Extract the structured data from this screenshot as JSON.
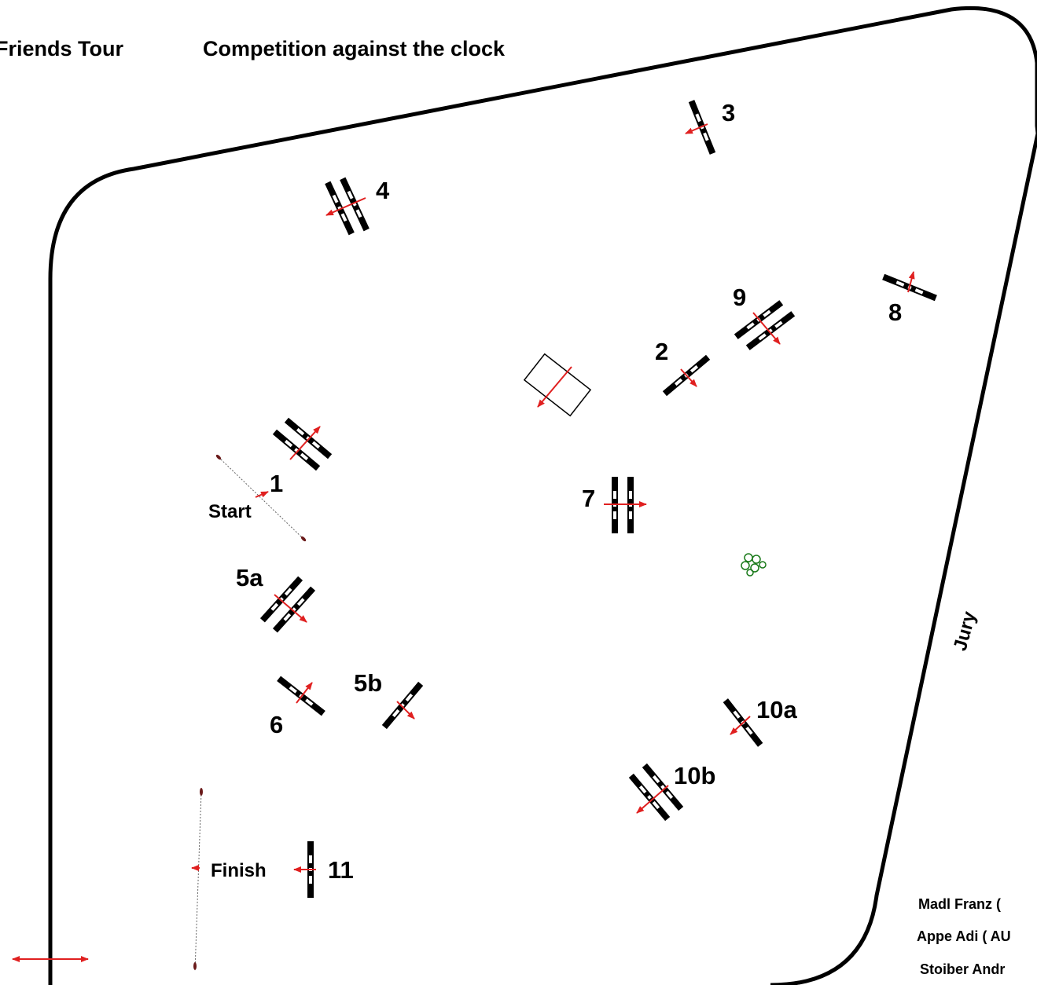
{
  "header": {
    "tour": "Friends Tour",
    "competition": "Competition against the clock"
  },
  "labels": {
    "start": "Start",
    "finish": "Finish",
    "jury": "Jury"
  },
  "fences": {
    "f1": "1",
    "f2": "2",
    "f3": "3",
    "f4": "4",
    "f5a": "5a",
    "f5b": "5b",
    "f6": "6",
    "f7": "7",
    "f8": "8",
    "f9": "9",
    "f10a": "10a",
    "f10b": "10b",
    "f11": "11"
  },
  "officials": [
    "Madl Franz (",
    "Appe Adi ( AU",
    "Stoiber Andr"
  ],
  "colors": {
    "arrow": "#e02020",
    "pole": "#000000",
    "tree": "#1a7a1a"
  }
}
